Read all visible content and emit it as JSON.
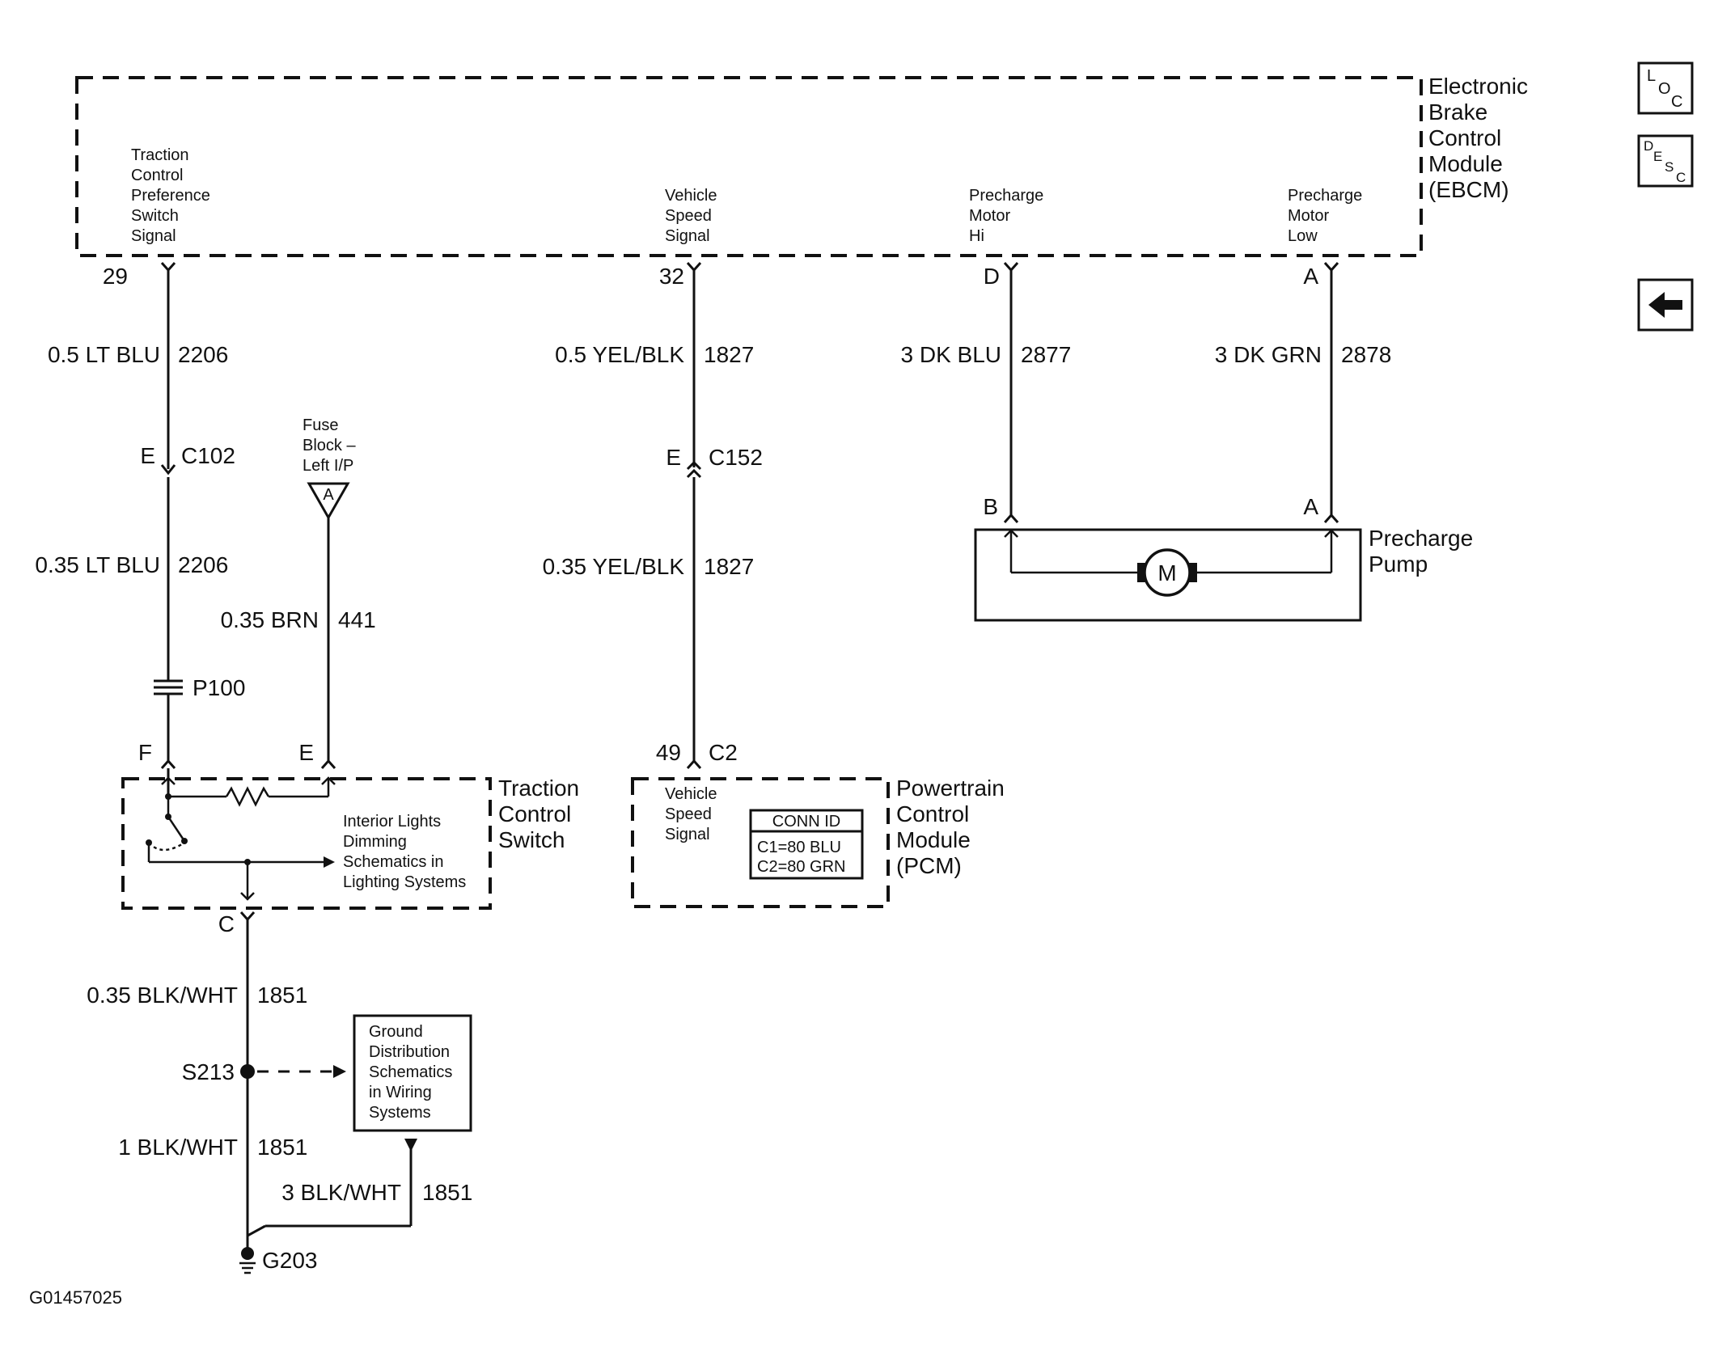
{
  "modules": {
    "ebcm": {
      "name_lines": [
        "Electronic",
        "Brake",
        "Control",
        "Module",
        "(EBCM)"
      ]
    },
    "traction_switch": {
      "name_lines": [
        "Traction",
        "Control",
        "Switch"
      ]
    },
    "pcm": {
      "name_lines": [
        "Powertrain",
        "Control",
        "Module",
        "(PCM)"
      ]
    },
    "precharge_pump": {
      "name_lines": [
        "Precharge",
        "Pump"
      ]
    }
  },
  "ebcm_signals": {
    "traction": [
      "Traction",
      "Control",
      "Preference",
      "Switch",
      "Signal"
    ],
    "vss": [
      "Vehicle",
      "Speed",
      "Signal"
    ],
    "motor_hi": [
      "Precharge",
      "Motor",
      "Hi"
    ],
    "motor_low": [
      "Precharge",
      "Motor",
      "Low"
    ]
  },
  "pins": {
    "p29": "29",
    "p32": "32",
    "pD": "D",
    "pA": "A",
    "c102_pin": "E",
    "c152_pin": "E",
    "pump_b": "B",
    "pump_a": "A",
    "switch_f": "F",
    "switch_e": "E",
    "switch_c": "C",
    "pcm_49": "49"
  },
  "connectors": {
    "c102": "C102",
    "c152": "C152",
    "c2": "C2",
    "p100": "P100",
    "fuse_a": "A"
  },
  "wires": {
    "w1a": {
      "gauge_color": "0.5 LT BLU",
      "circuit": "2206"
    },
    "w1b": {
      "gauge_color": "0.35 LT BLU",
      "circuit": "2206"
    },
    "w2a": {
      "gauge_color": "0.5 YEL/BLK",
      "circuit": "1827"
    },
    "w2b": {
      "gauge_color": "0.35 YEL/BLK",
      "circuit": "1827"
    },
    "w3": {
      "gauge_color": "3 DK BLU",
      "circuit": "2877"
    },
    "w4": {
      "gauge_color": "3 DK GRN",
      "circuit": "2878"
    },
    "w5": {
      "gauge_color": "0.35 BRN",
      "circuit": "441"
    },
    "w6": {
      "gauge_color": "0.35 BLK/WHT",
      "circuit": "1851"
    },
    "w7": {
      "gauge_color": "1 BLK/WHT",
      "circuit": "1851"
    },
    "w8": {
      "gauge_color": "3 BLK/WHT",
      "circuit": "1851"
    }
  },
  "fuse_block": [
    "Fuse",
    "Block –",
    "Left I/P"
  ],
  "interior_lights": [
    "Interior Lights",
    "Dimming",
    "Schematics in",
    "Lighting Systems"
  ],
  "pcm_signal": [
    "Vehicle",
    "Speed",
    "Signal"
  ],
  "conn_id": {
    "title": "CONN ID",
    "lines": [
      "C1=80 BLU",
      "C2=80 GRN"
    ]
  },
  "ground_dist": [
    "Ground",
    "Distribution",
    "Schematics",
    "in Wiring",
    "Systems"
  ],
  "splice": "S213",
  "ground": "G203",
  "motor": "M",
  "figure_id": "G01457025",
  "nav": {
    "loc": [
      "L",
      "O",
      "C"
    ],
    "desc": [
      "D",
      "E",
      "S",
      "C"
    ],
    "back_icon": "left-arrow-icon"
  }
}
